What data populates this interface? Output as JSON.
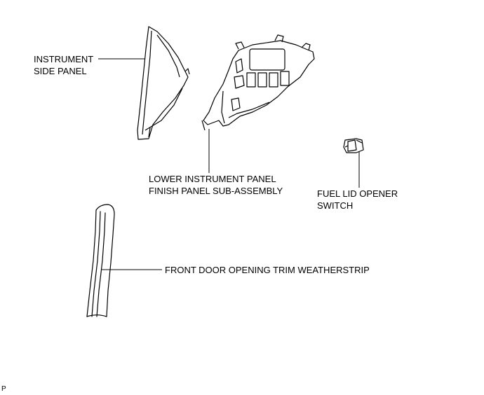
{
  "labels": {
    "instrument_side_panel": [
      "INSTRUMENT",
      "SIDE PANEL"
    ],
    "lower_panel": [
      "LOWER INSTRUMENT PANEL",
      "FINISH PANEL SUB-ASSEMBLY"
    ],
    "fuel_lid_switch": [
      "FUEL LID OPENER",
      "SWITCH"
    ],
    "weatherstrip": "FRONT DOOR OPENING TRIM WEATHERSTRIP"
  },
  "reference_code": "P"
}
